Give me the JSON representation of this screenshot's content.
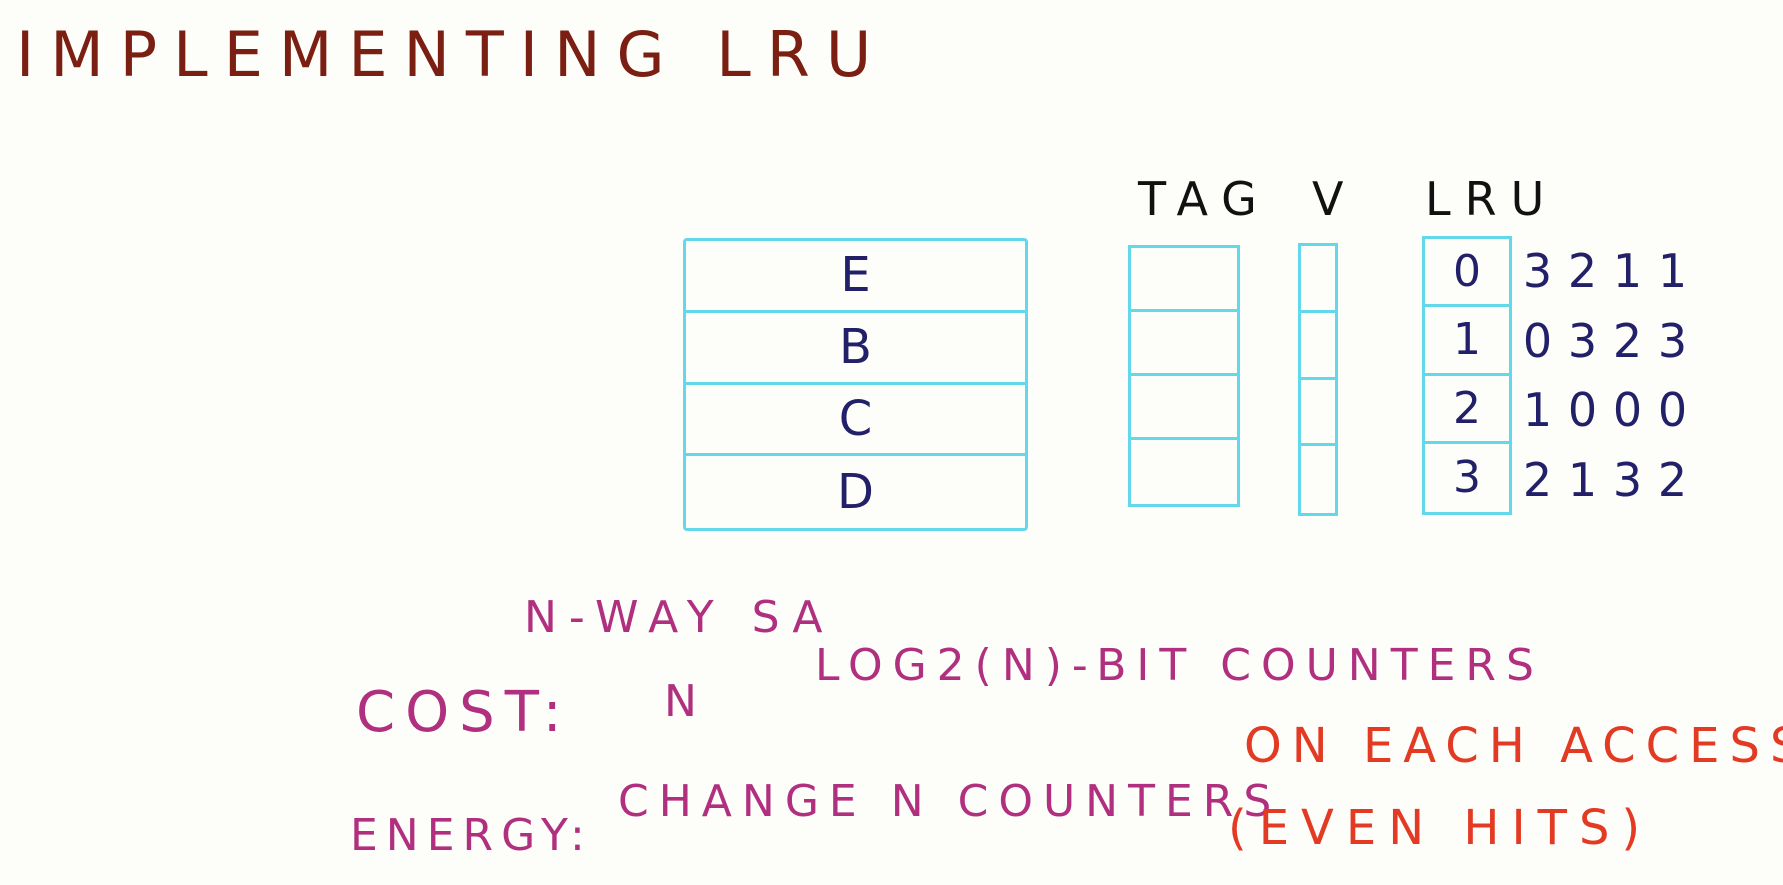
{
  "title": "IMPLEMENTING LRU",
  "headers": {
    "tag": "TAG",
    "v": "V",
    "lru": "LRU"
  },
  "data_blocks": [
    "E",
    "B",
    "C",
    "D"
  ],
  "lru_counters": [
    "0",
    "1",
    "2",
    "3"
  ],
  "lru_history": [
    [
      "3",
      "2",
      "1",
      "1"
    ],
    [
      "0",
      "3",
      "2",
      "3"
    ],
    [
      "1",
      "0",
      "0",
      "0"
    ],
    [
      "2",
      "1",
      "3",
      "2"
    ]
  ],
  "notes": {
    "nway": "N-WAY SA",
    "cost_label": "COST:",
    "cost_n": "N",
    "cost_counters": "LOG2(N)-BIT COUNTERS",
    "energy_label": "ENERGY:",
    "energy_change": "CHANGE N COUNTERS",
    "energy_access": "ON EACH ACCESS",
    "energy_hits": "(EVEN HITS)"
  },
  "colors": {
    "title": "#7a1f12",
    "box_outline": "#63d8ea",
    "cell_text": "#23206a",
    "note_text": "#b0307f",
    "emphasis_text": "#e23a23"
  }
}
